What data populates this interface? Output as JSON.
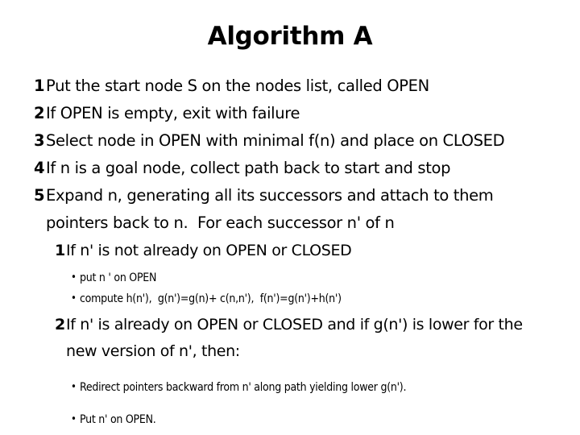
{
  "slide": {
    "title": "Algorithm A",
    "background_color": "#ffffff",
    "text_color": "#000000"
  },
  "content": {
    "steps": [
      {
        "marker": "1",
        "text": "Put the start node S on the nodes list, called OPEN"
      },
      {
        "marker": "2",
        "text": "If OPEN is empty, exit with failure"
      },
      {
        "marker": "3",
        "text": "Select node in OPEN with minimal f(n) and place on CLOSED"
      },
      {
        "marker": "4",
        "text": "If n is a goal node, collect path back to start and stop"
      },
      {
        "marker": "5",
        "text": "Expand n, generating all its successors and attach to them"
      }
    ],
    "step5_continuation": "pointers back to n.  For each successor n' of n",
    "substeps": [
      {
        "marker": "1",
        "text": "If n' is not already on OPEN or CLOSED",
        "bullets": [
          {
            "marker": "•",
            "text": "put n ' on OPEN"
          },
          {
            "marker": "•",
            "text": "compute h(n'),  g(n')=g(n)+ c(n,n'),  f(n')=g(n')+h(n')"
          }
        ]
      },
      {
        "marker": "2",
        "text": "If n' is already on OPEN or CLOSED and if g(n') is lower for the",
        "continuation": "new version of n', then:",
        "bullets": [
          {
            "marker": "•",
            "text": "Redirect pointers backward from n' along path yielding lower g(n')."
          },
          {
            "marker": "•",
            "text": "Put n' on OPEN."
          }
        ]
      }
    ]
  }
}
